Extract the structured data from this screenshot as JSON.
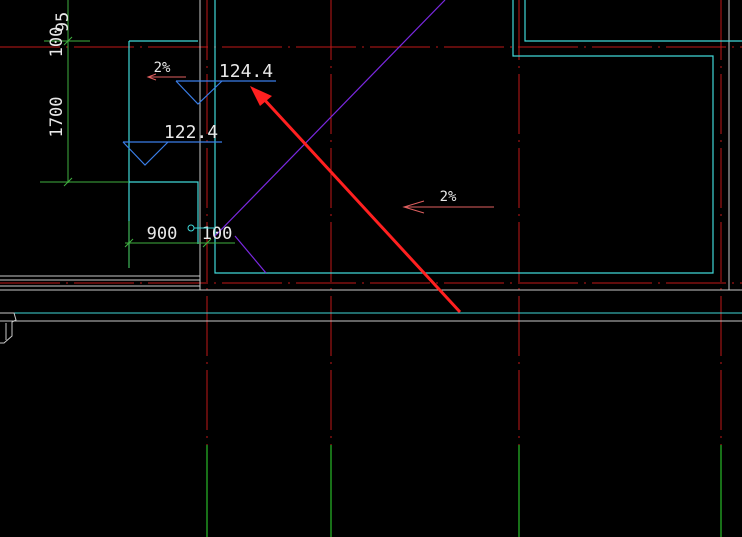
{
  "drawing": {
    "labels": {
      "dim_100": "100",
      "dim_95": "95",
      "dim_1700": "1700",
      "dim_900": "900",
      "dim_100_bottom": "100",
      "slope_left": "2%",
      "slope_right": "2%",
      "elevation_upper": "124.4",
      "elevation_lower": "122.4"
    },
    "colors": {
      "background": "#000000",
      "axis_red": "#c01818",
      "wall_cyan": "#40d8d8",
      "grey_line": "#c8c8c8",
      "purple": "#7a28e0",
      "green_dim": "#40b040",
      "bright_green": "#30e030",
      "slope_arrow": "#e06060",
      "annotation_arrow": "#ff2020",
      "elevation_mark": "#3a7ee8",
      "text_white": "#e8e8e8"
    }
  }
}
